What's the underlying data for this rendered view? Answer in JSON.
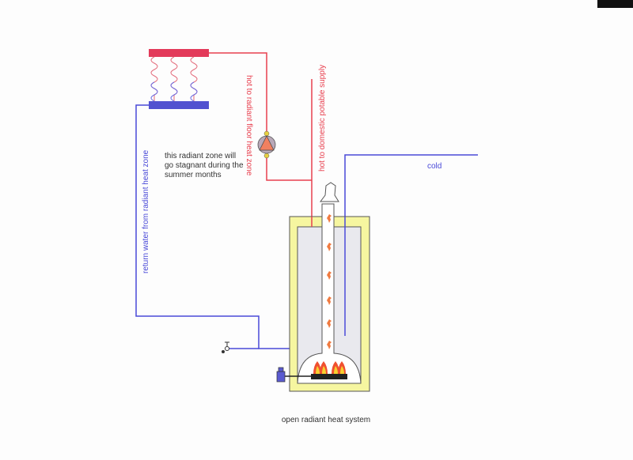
{
  "labels": {
    "hot_radiant": "hot to radiant floor heat zone",
    "hot_domestic": "hot to domestic potable supply",
    "return_water": "return water from radiant heat zone",
    "cold": "cold",
    "note_line1": "this radiant zone will",
    "note_line2": "go stagnant during the",
    "note_line3": "summer months",
    "caption": "open radiant heat system"
  },
  "colors": {
    "hot": "#e8404f",
    "cold": "#4a4ad8",
    "tank_insulation": "#f6f6a0",
    "tank_water": "#e9e9ee",
    "flame": "#f07a40"
  }
}
